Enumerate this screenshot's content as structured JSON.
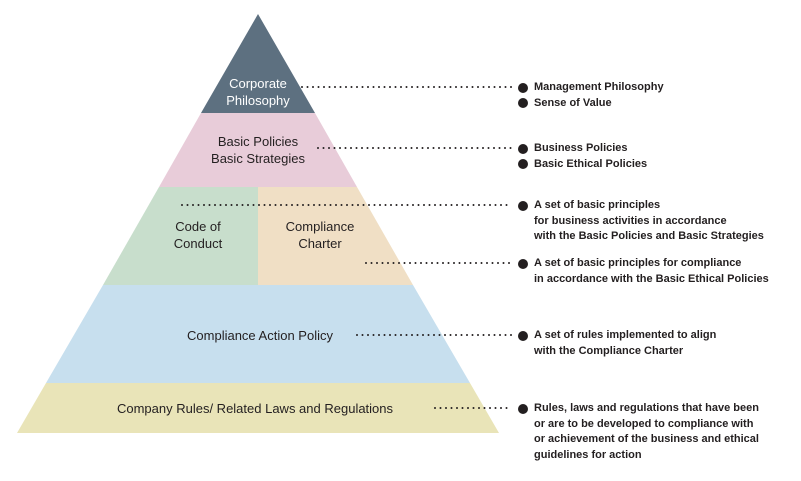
{
  "colors": {
    "corporate": "#5d7080",
    "policies": "#e8ccd9",
    "code": "#c8decc",
    "compliance_charter": "#f0dfc5",
    "action_policy": "#c7dfee",
    "company_rules": "#e9e4b8",
    "text": "#231f20"
  },
  "pyramid": {
    "corporate": [
      "Corporate",
      "Philosophy"
    ],
    "policies": [
      "Basic Policies",
      "Basic Strategies"
    ],
    "code": [
      "Code of",
      "Conduct"
    ],
    "charter": [
      "Compliance",
      "Charter"
    ],
    "action": "Compliance Action Policy",
    "rules": "Company Rules/ Related Laws and Regulations"
  },
  "notes": {
    "corporate": [
      "Management Philosophy",
      "Sense of Value"
    ],
    "policies": [
      "Business Policies",
      "Basic Ethical Policies"
    ],
    "code": [
      "A set of basic principles",
      "for business activities in accordance",
      "with the Basic Policies and Basic Strategies"
    ],
    "charter": [
      "A set of basic principles for compliance",
      "in accordance with the Basic Ethical Policies"
    ],
    "action": [
      "A set of rules implemented to align",
      "with the Compliance Charter"
    ],
    "rules": [
      "Rules, laws and regulations that have been",
      "or are to be developed to compliance with",
      "or achievement of the business and ethical",
      "guidelines for action"
    ]
  }
}
